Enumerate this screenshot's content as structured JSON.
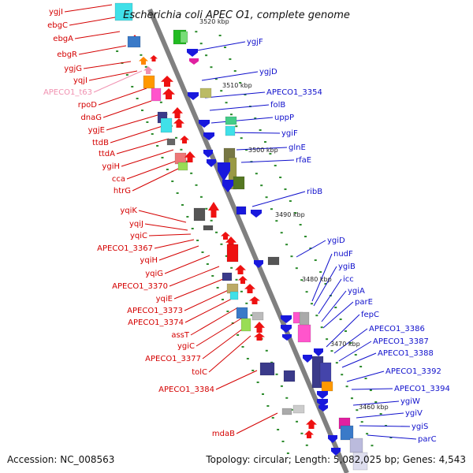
{
  "title": "Escherichia coli APEC O1, complete genome",
  "colors": {
    "left_labels": "#d40000",
    "right_labels": "#1010cc",
    "tRNA_label": "#f090b0",
    "backbone": "#808080",
    "tick": "#2a8a2a"
  },
  "footer": {
    "accession": "Accession: NC_008563",
    "summary": "Topology: circular; Length: 5,082,025 bp; Genes: 4,543"
  },
  "scale_labels": [
    "3520 kbp",
    "3510 kbp",
    "3500 kbp",
    "3490 kbp",
    "3480 kbp",
    "3470 kbp",
    "3460 kbp"
  ],
  "left_genes": [
    "ygjI",
    "ebgC",
    "ebgA",
    "ebgR",
    "ygjG",
    "yqjI",
    "APECO1_t63",
    "rpoD",
    "dnaG",
    "ygjE",
    "ttdB",
    "ttdA",
    "ygiH",
    "cca",
    "htrG",
    "yqiK",
    "yqiJ",
    "yqiC",
    "APECO1_3367",
    "yqiH",
    "yqiG",
    "APECO1_3370",
    "yqiE",
    "APECO1_3373",
    "APECO1_3374",
    "assT",
    "ygiC",
    "APECO1_3377",
    "tolC",
    "APECO1_3384",
    "mdaB"
  ],
  "right_genes": [
    "ygjF",
    "ygjD",
    "APECO1_3354",
    "folB",
    "uppP",
    "ygiF",
    "glnE",
    "rfaE",
    "ribB",
    "ygiD",
    "nudF",
    "ygiB",
    "icc",
    "ygiA",
    "parE",
    "fepC",
    "APECO1_3386",
    "APECO1_3387",
    "APECO1_3388",
    "APECO1_3392",
    "APECO1_3394",
    "ygiW",
    "ygiV",
    "ygiS",
    "parC"
  ]
}
